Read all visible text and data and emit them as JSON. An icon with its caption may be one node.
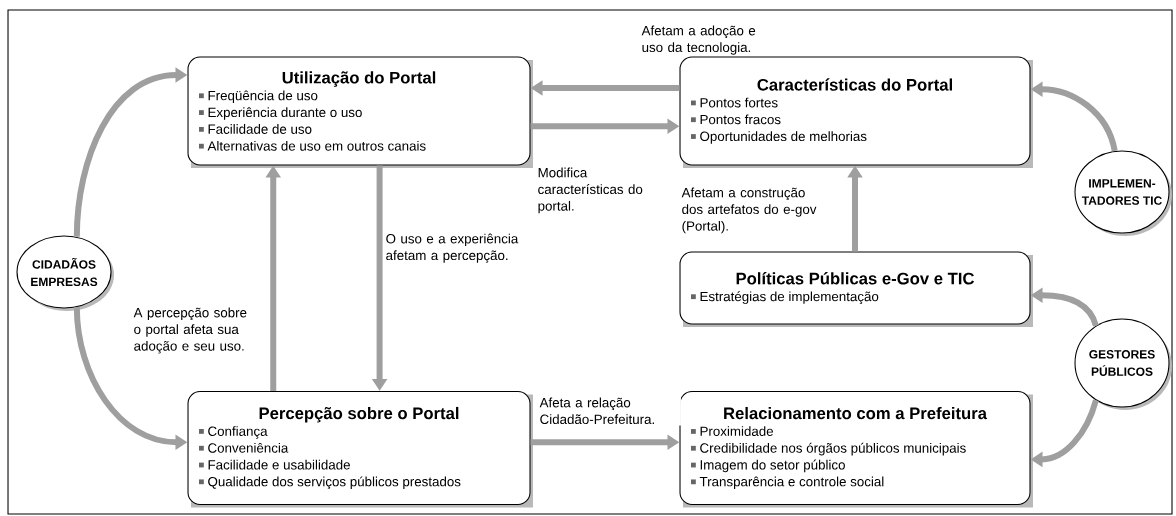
{
  "diagram": {
    "nodes": [
      {
        "text": [
          "Utilização do Portal",
          "Freqüência de uso",
          "Experiência durante o uso",
          "Facilidade de uso",
          "Alternativas de uso em outros canais"
        ]
      },
      {
        "text": [
          "Características do Portal",
          "Pontos fortes",
          "Pontos fracos",
          "Oportunidades de melhorias"
        ]
      },
      {
        "text": [
          "IMPLEMEN- TADORES TIC"
        ]
      },
      {
        "text": [
          "CIDADÃOS EMPRESAS"
        ]
      },
      {
        "text": [
          "Políticas Públicas e-Gov e TIC",
          "Estratégias de implementação"
        ]
      },
      {
        "text": [
          "GESTORES PÚBLICOS"
        ]
      },
      {
        "text": [
          "Percepção sobre o Portal",
          "Confiança",
          "Conveniência",
          "Facilidade e usabilidade",
          "Qualidade dos serviços públicos prestados"
        ]
      },
      {
        "text": [
          "Relacionamento com a Prefeitura",
          "Proximidade",
          "Credibilidade nos órgãos públicos municipais",
          "Imagem do setor público",
          "Transparência e controle social"
        ]
      }
    ],
    "edges": [
      {
        "from": 1,
        "to": 0,
        "arrow": "to",
        "label": "Afetam a adoção e uso da tecnologia."
      },
      {
        "from": 0,
        "to": 1,
        "arrow": "to",
        "label": "Modifica características do portal."
      },
      {
        "from": 4,
        "to": 1,
        "arrow": "to",
        "label": "Afetam a construção dos artefatos do e-gov (Portal)."
      },
      {
        "from": 2,
        "to": 1,
        "arrow": "to"
      },
      {
        "from": 3,
        "to": 0,
        "arrow": "to"
      },
      {
        "from": 3,
        "to": 6,
        "arrow": "to"
      },
      {
        "from": 6,
        "to": 0,
        "arrow": "to",
        "label": "A percepção sobre o portal afeta sua adoção e seu uso."
      },
      {
        "from": 0,
        "to": 6,
        "arrow": "to",
        "label": "O uso e a experiência afetam a percepção."
      },
      {
        "from": 6,
        "to": 7,
        "arrow": "to",
        "label": "Afeta a relação Cidadão-Prefeitura."
      },
      {
        "from": 5,
        "to": 4,
        "arrow": "to"
      },
      {
        "from": 5,
        "to": 7,
        "arrow": "to"
      }
    ]
  }
}
